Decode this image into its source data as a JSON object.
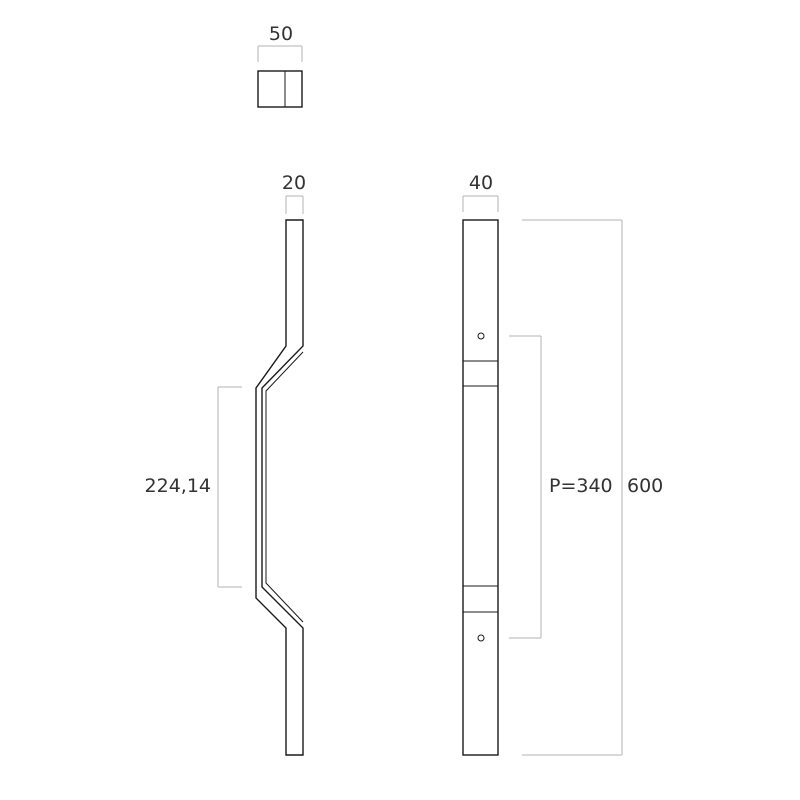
{
  "dimensions": {
    "top_width": "50",
    "side_width": "20",
    "front_width": "40",
    "offset_height": "224,14",
    "pitch": "P=340",
    "total_length": "600"
  },
  "colors": {
    "line": "#1a1a1a",
    "dimension_line": "#b3b3b3",
    "text": "#333333",
    "background": "#ffffff"
  }
}
